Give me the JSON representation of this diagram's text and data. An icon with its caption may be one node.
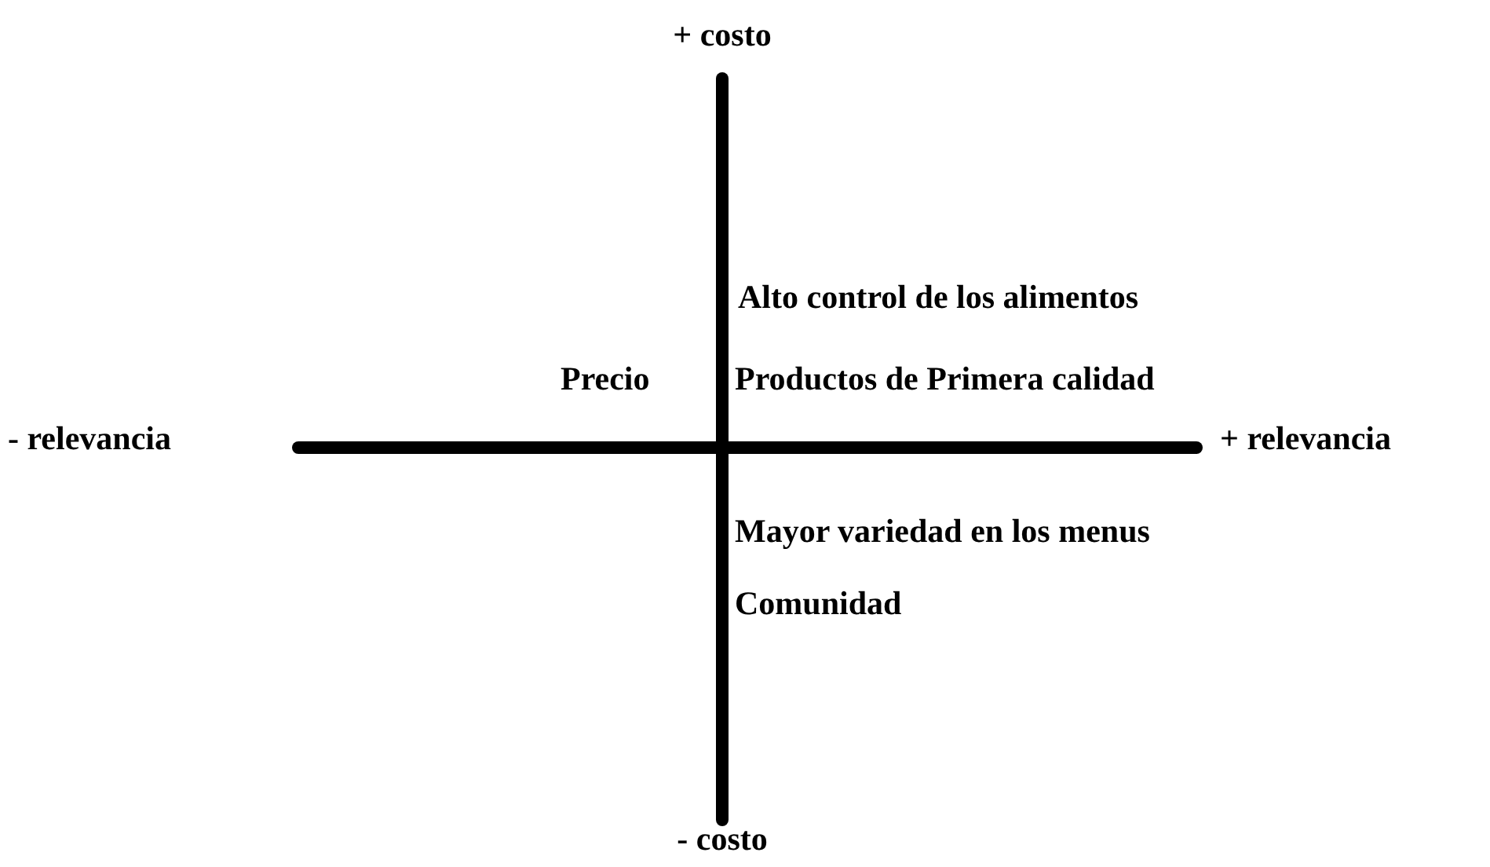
{
  "diagram": {
    "labels": [
      "+ costo",
      "Alto control de los alimentos",
      "Precio",
      "Productos de Primera calidad",
      "- relevancia",
      "+ relevancia",
      "Mayor variedad en los menus",
      "Comunidad",
      "- costo"
    ]
  }
}
